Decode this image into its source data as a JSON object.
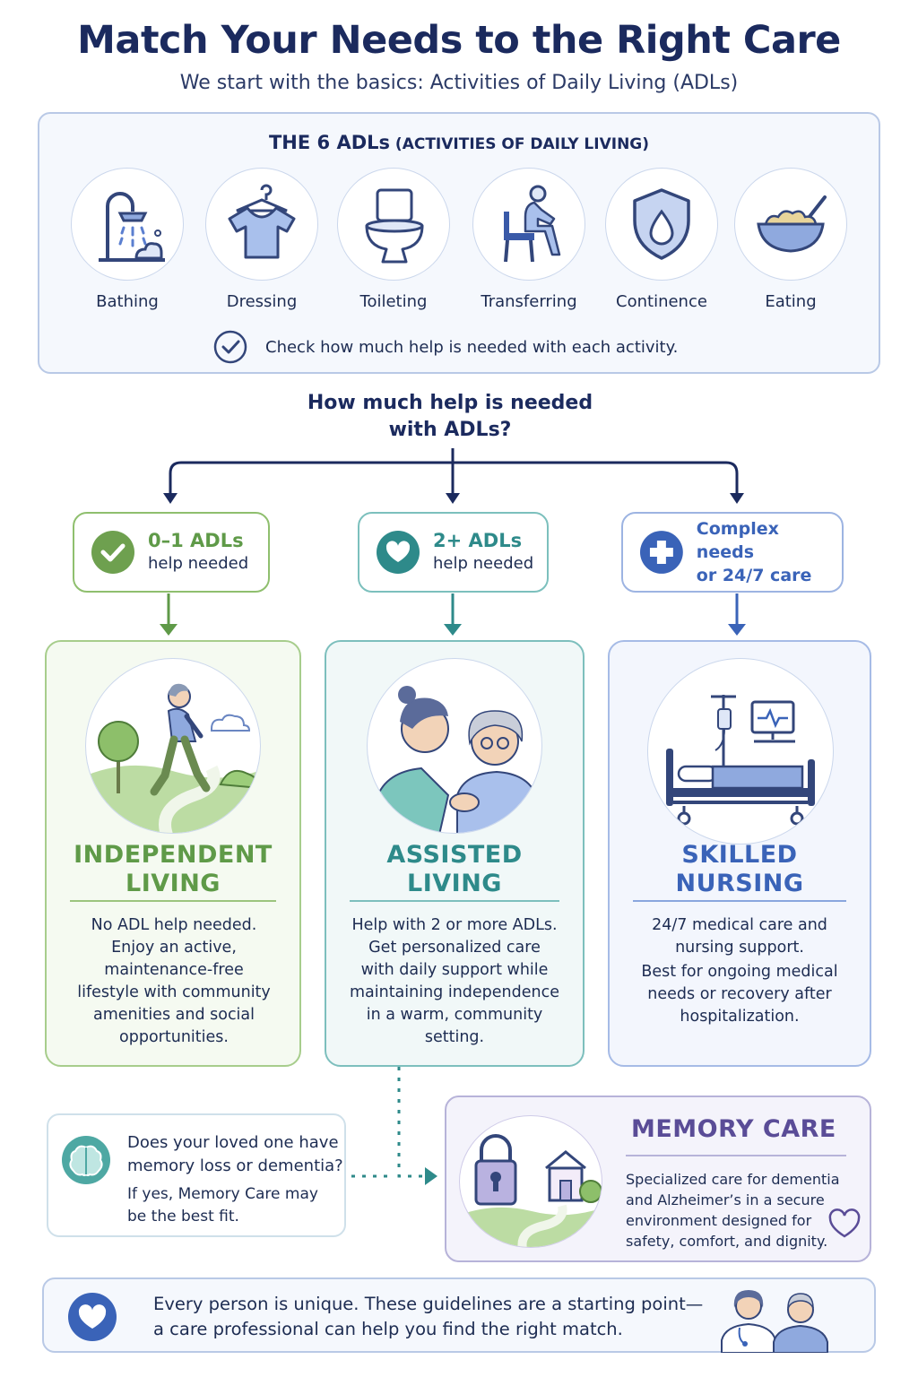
{
  "header": {
    "title": "Match Your Needs to the Right Care",
    "subtitle": "We start with the basics: Activities of Daily Living (ADLs)"
  },
  "adl_panel": {
    "title_main": "THE 6 ADLs",
    "title_paren": " (ACTIVITIES OF DAILY LIVING)",
    "items": [
      {
        "label": "Bathing",
        "icon": "shower-icon"
      },
      {
        "label": "Dressing",
        "icon": "shirt-icon"
      },
      {
        "label": "Toileting",
        "icon": "toilet-icon"
      },
      {
        "label": "Transferring",
        "icon": "person-sitting-icon"
      },
      {
        "label": "Continence",
        "icon": "shield-drop-icon"
      },
      {
        "label": "Eating",
        "icon": "bowl-icon"
      }
    ],
    "note": "Check how much help is needed with each activity."
  },
  "question": {
    "line1": "How much help is needed",
    "line2": "with ADLs?"
  },
  "branches": [
    {
      "pill_line1": "0–1 ADLs",
      "pill_line2": "help needed",
      "heading_line1": "INDEPENDENT",
      "heading_line2": "LIVING",
      "body": [
        "No ADL help needed.",
        "Enjoy an active,",
        "maintenance-free",
        "lifestyle with community",
        "amenities and social",
        "opportunities."
      ],
      "color": "#5f9a48"
    },
    {
      "pill_line1": "2+ ADLs",
      "pill_line2": "help needed",
      "heading_line1": "ASSISTED",
      "heading_line2": "LIVING",
      "body": [
        "Help with 2 or more ADLs.",
        "Get personalized care",
        "with daily support while",
        "maintaining independence",
        "in a warm, community",
        "setting."
      ],
      "color": "#2e8a8a"
    },
    {
      "pill_line1": "Complex needs",
      "pill_line2": "or 24/7 care",
      "heading_line1": "SKILLED",
      "heading_line2": "NURSING",
      "body": [
        "24/7 medical care and",
        "nursing support.",
        "Best for ongoing medical",
        "needs or recovery after",
        "hospitalization."
      ],
      "color": "#3a63b8"
    }
  ],
  "memory_question": {
    "line1": "Does your loved one have",
    "line2": "memory loss or dementia?",
    "line3": "If yes, Memory Care may",
    "line4": "be the best fit."
  },
  "memory_care": {
    "heading": "MEMORY CARE",
    "body": [
      "Specialized care for dementia",
      "and Alzheimer’s in a secure",
      "environment designed for",
      "safety, comfort, and dignity."
    ],
    "color": "#5a4c97"
  },
  "footer": {
    "line1": "Every person is unique. These guidelines are a starting point—",
    "line2": "a care professional can help you find the right match."
  },
  "colors": {
    "navy": "#1b2a5e",
    "green": "#5f9a48",
    "teal": "#2e8a8a",
    "blue": "#3a63b8",
    "purple": "#5a4c97"
  }
}
